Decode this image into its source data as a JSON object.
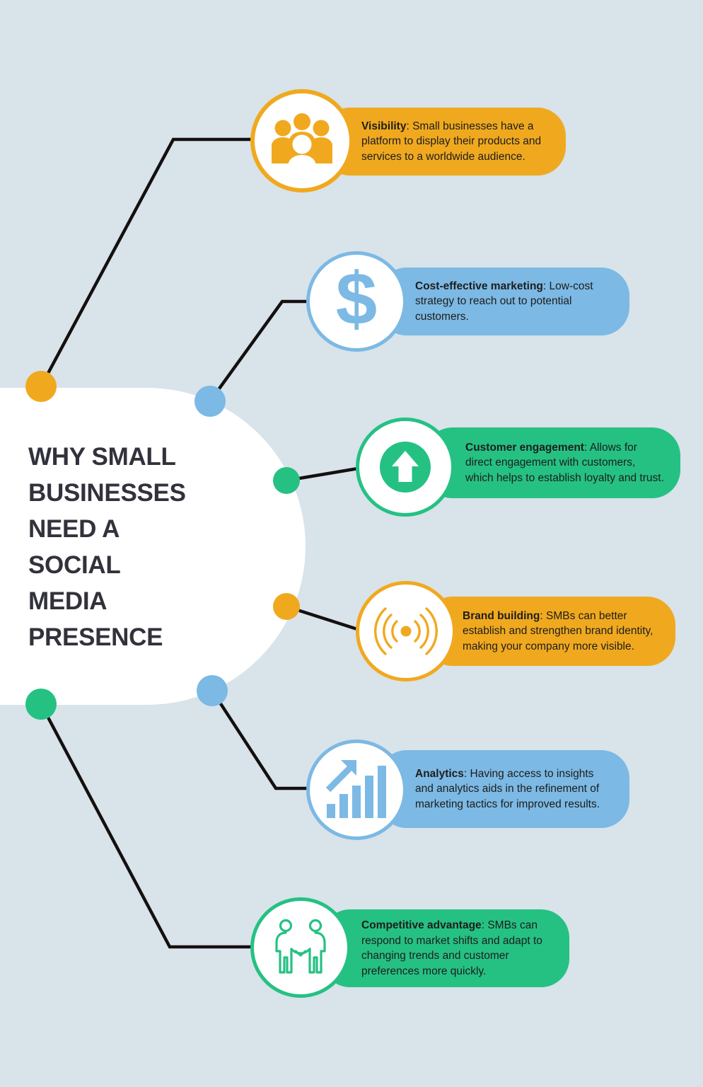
{
  "theme": {
    "background": "#d8e3ea",
    "card_background": "#ffffff",
    "title_color": "#32323c",
    "body_text_color": "#1d1d1d",
    "connector_color": "#14100f",
    "orange": "#f0a91f",
    "blue": "#7cb9e4",
    "green": "#25c183"
  },
  "hero": {
    "title": "WHY SMALL BUSINESSES NEED A SOCIAL MEDIA PRESENCE",
    "title_lines": [
      "WHY SMALL",
      "BUSINESSES",
      "NEED A",
      "SOCIAL",
      "MEDIA",
      "PRESENCE"
    ]
  },
  "items": [
    {
      "id": "visibility",
      "icon": "people-group-icon",
      "color": "#f0a91f",
      "heading": "Visibility",
      "separator": ": ",
      "body": "Small businesses have a platform to display their products and services to a worldwide audience.",
      "full_text": "Visibility: Small businesses have a platform to display their products and services to a worldwide audience."
    },
    {
      "id": "cost-effective-marketing",
      "icon": "dollar-sign-icon",
      "color": "#7cb9e4",
      "heading": "Cost-effective marketing",
      "separator": ": ",
      "body": "Low-cost strategy to reach out to potential customers.",
      "full_text": "Cost-effective marketing: Low-cost strategy to reach out to potential customers."
    },
    {
      "id": "customer-engagement",
      "icon": "arrow-up-circle-icon",
      "color": "#25c183",
      "heading": "Customer engagement",
      "separator": ": ",
      "body": "Allows for direct engagement with customers, which helps to establish loyalty and trust.",
      "full_text": "Customer engagement: Allows for direct engagement with customers, which helps to establish loyalty and trust."
    },
    {
      "id": "brand-building",
      "icon": "broadcast-signal-icon",
      "color": "#f0a91f",
      "heading": "Brand building",
      "separator": ": ",
      "body": "SMBs can better establish and strengthen brand identity, making your company more visible.",
      "full_text": "Brand building: SMBs can better establish and strengthen brand identity, making your company more visible."
    },
    {
      "id": "analytics",
      "icon": "bar-chart-growth-icon",
      "color": "#7cb9e4",
      "heading": "Analytics",
      "separator": ": ",
      "body": "Having access to insights and analytics aids in the refinement of marketing tactics for improved results.",
      "full_text": "Analytics: Having access to insights and analytics aids in the refinement of marketing tactics for improved results."
    },
    {
      "id": "competitive-advantage",
      "icon": "handshake-people-icon",
      "color": "#25c183",
      "heading": "Competitive advantage",
      "separator": ": ",
      "body": "SMBs can respond to market shifts and adapt to changing trends and customer preferences more quickly.",
      "full_text": "Competitive advantage: SMBs can respond to market shifts and adapt to changing trends and customer preferences more quickly."
    }
  ]
}
